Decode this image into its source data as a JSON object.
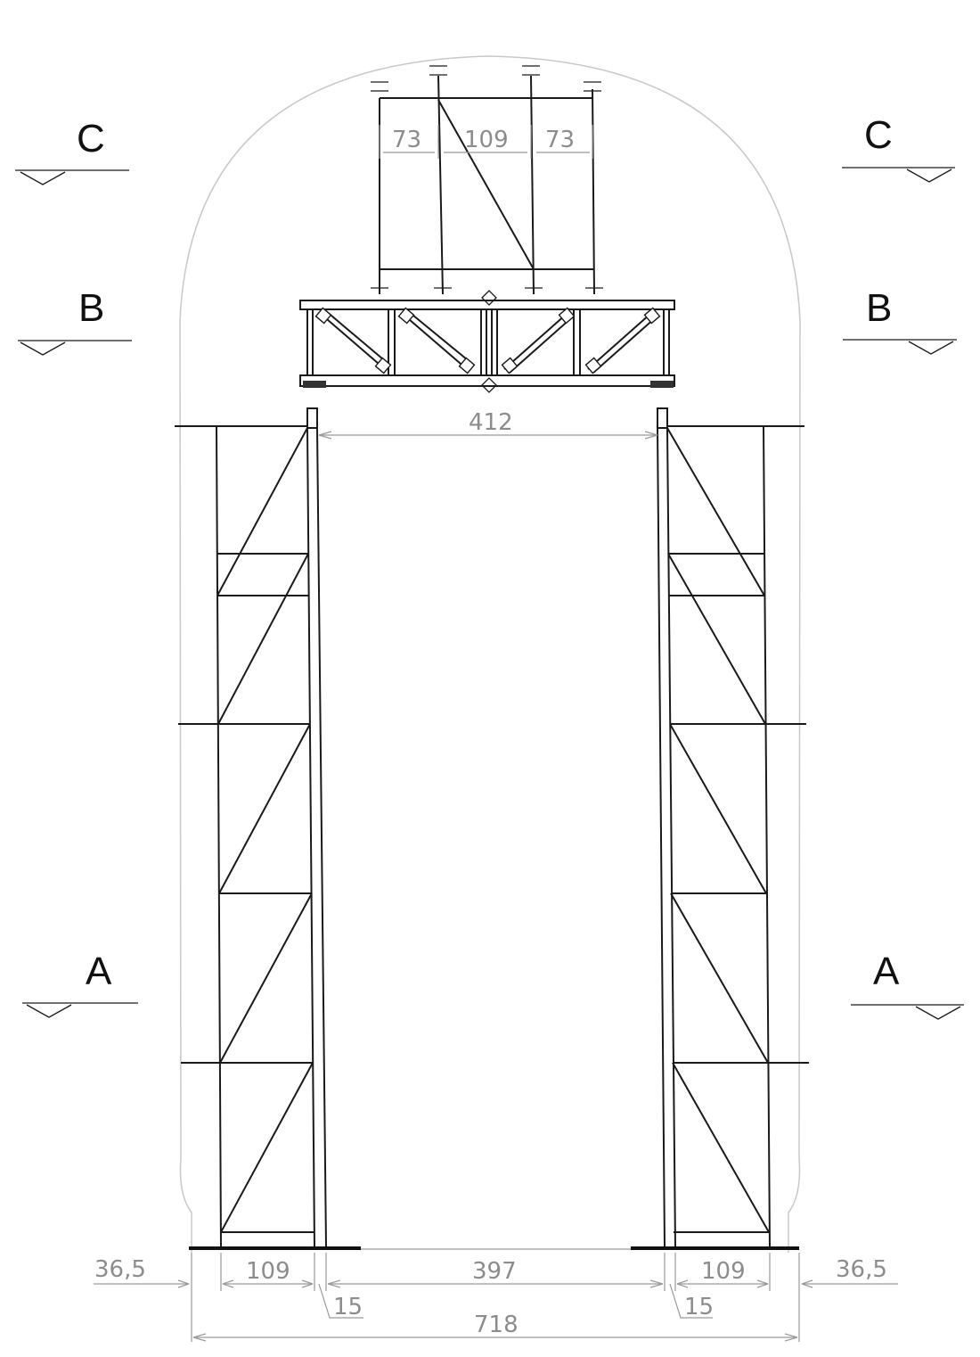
{
  "section_labels": {
    "c_left": "C",
    "c_right": "C",
    "b_left": "B",
    "b_right": "B",
    "a_left": "A",
    "a_right": "A"
  },
  "dimensions": {
    "top_left": "73",
    "top_middle": "109",
    "top_right": "73",
    "clear_span": "412",
    "bottom_left_offset": "36,5",
    "bottom_left_tower": "109",
    "bottom_left_post": "15",
    "bottom_center": "397",
    "bottom_right_post": "15",
    "bottom_right_tower": "109",
    "bottom_right_offset": "36,5",
    "overall": "718"
  }
}
